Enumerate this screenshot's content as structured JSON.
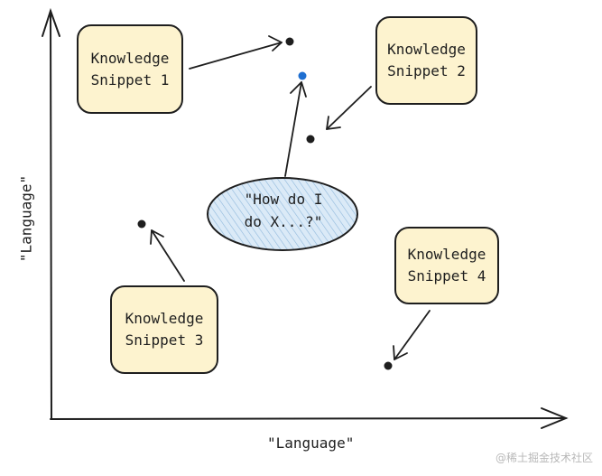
{
  "axes": {
    "x_label": "\"Language\"",
    "y_label": "\"Language\""
  },
  "snippets": [
    {
      "line1": "Knowledge",
      "line2": "Snippet 1"
    },
    {
      "line1": "Knowledge",
      "line2": "Snippet 2"
    },
    {
      "line1": "Knowledge",
      "line2": "Snippet 3"
    },
    {
      "line1": "Knowledge",
      "line2": "Snippet 4"
    }
  ],
  "query": {
    "line1": "\"How do I",
    "line2": "do X...?\""
  },
  "colors": {
    "ink": "#1e1e1e",
    "snippet_fill": "#fdf3cf",
    "query_fill": "#dbeaf7",
    "query_hatch": "#8fb8dc",
    "query_point": "#1f6fd1"
  },
  "watermark": "@稀土掘金技术社区"
}
